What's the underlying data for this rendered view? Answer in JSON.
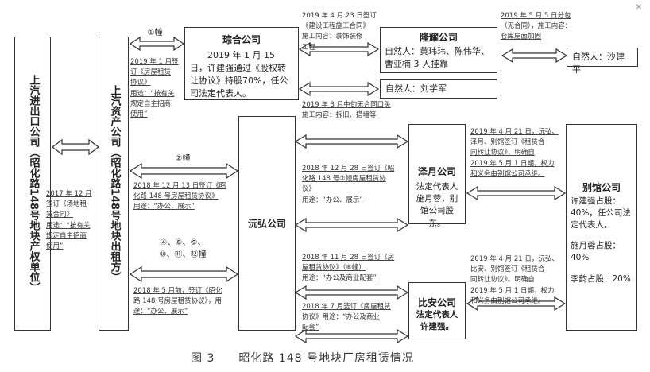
{
  "nodes": {
    "shanghai_export": "上汽进出口公司（昭化路148号地块产权单位）",
    "shanghai_asset": "上汽资产公司（昭化路148号地块出租方）",
    "chenhong": "沅弘公司",
    "tongrui": {
      "title": "琮合公司",
      "body": "2019 年 1 月 15 日，许建强通过《股权转让协议》持股70%，任公司法定代表人。"
    },
    "longyao": {
      "title": "隆耀公司",
      "body": "自然人：黄玮玮、陈伟华、曹亚楠 3 人挂靠"
    },
    "person_liu": "自然人：刘学军",
    "person_sha": "自然人：沙建平",
    "zeyue": {
      "title": "泽月公司",
      "body": "法定代表人施月蓉，别馆公司股东。"
    },
    "bieguan": {
      "title": "别馆公司",
      "body": [
        "许建强占股：40%，任公司法定代表人。",
        "施月蓉占股：40%",
        "李韵占股：20%"
      ]
    },
    "bian": {
      "title": "比安公司",
      "body": "法定代表人许建强。"
    }
  },
  "labels": {
    "bldg1": "①幢",
    "bldg2": "②幢",
    "bldg_multi": [
      "④、⑥、⑨、",
      "⑩、⑪、⑫幢"
    ]
  },
  "notes": {
    "export_lease": [
      "2017 年 12 月",
      "签订《场地租",
      "赁合同》",
      "用途：“按有关",
      "规定自主招商",
      "使用”"
    ],
    "asset_to_tongrui": [
      "2019 年 1 月签",
      "订《房屋租赁",
      "协议》",
      "用途：“按有关",
      "规定自主招商",
      "使用”"
    ],
    "apr23": [
      "2019 年 4 月 23 日签订",
      "《建设工程施工合同》",
      "施工内容：装饰装修",
      "工程"
    ],
    "may5": [
      "2019 年 5 月 5 日分包",
      "（无合同），施工内容：",
      "仓库屋面加固"
    ],
    "mar_oral": [
      "2019 年 3 月中旬无合同口头",
      "施工内容：拆旧、搭墙等"
    ],
    "bldg2_lease": [
      "2018 年 12 月 13 日签订《昭",
      "化路 148 号房屋租赁协议》",
      "用途：“办公、展示”"
    ],
    "multi_lease": [
      "2018 年 5 月前，签订《昭化",
      "路 148 号房屋租赁协议》，用",
      "途：“办公、展示”"
    ],
    "dec28": [
      "2018 年 12 月 28 日签订《昭",
      "化路 148 号②幢房屋租赁协",
      "议》",
      "用途：“办公、展示”"
    ],
    "nov28": [
      "2018 年 11 月 28 日签订《房",
      "屋租赁协议》（⑥幢）",
      "用途：“办公及商业配套”"
    ],
    "jul": [
      "2018 年 7 月签订《房屋租赁",
      "协议》用途：“办公及商业",
      "配套”"
    ],
    "apr21_a": [
      "2019 年 4 月 21 日，沅弘、",
      "泽月、别馆签订《租赁合",
      "同转让协议》，明确自",
      "2019 年 5 月 1 日期，权力",
      "和义务由别馆公司承继。"
    ],
    "apr21_b": [
      "2019 年 4 月 21 日，沅弘、",
      "比安、别馆签订《租赁合",
      "同转让协议》。明确自",
      "2019 年 5 月 1 日期，权力",
      "和义务由别馆公司承继。"
    ]
  },
  "caption": "图 3　　昭化路 148 号地块厂房租赁情况"
}
